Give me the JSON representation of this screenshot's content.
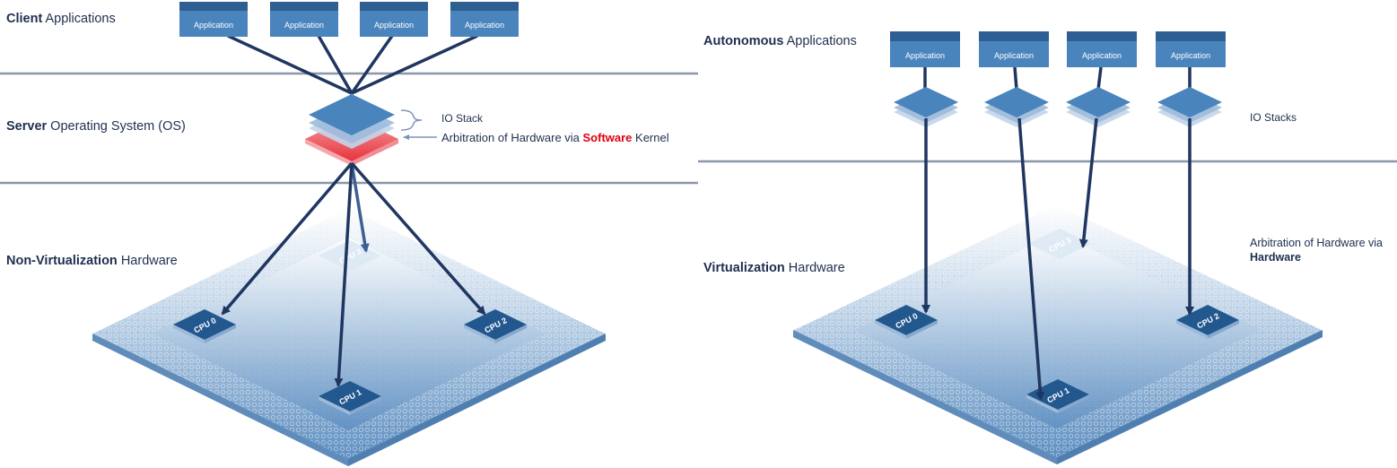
{
  "left": {
    "client_apps": {
      "bold": "Client",
      "rest": " Applications"
    },
    "server_os": {
      "bold": "Server",
      "rest": " Operating System (OS)"
    },
    "hardware": {
      "bold": "Non-Virtualization",
      "rest": " Hardware"
    },
    "io_stack": "IO Stack",
    "arbitration": {
      "pre": "Arbitration of Hardware via ",
      "hl": "Software",
      "post": " Kernel"
    }
  },
  "right": {
    "apps": {
      "bold": "Autonomous",
      "rest": " Applications"
    },
    "hardware": {
      "bold": "Virtualization",
      "rest": " Hardware"
    },
    "io_stacks": "IO Stacks",
    "arbitration": {
      "pre": "Arbitration of Hardware via",
      "hl": "Hardware"
    }
  },
  "application_label": "Application",
  "cpu_labels": [
    "CPU 0",
    "CPU 1",
    "CPU 2",
    "CPU 3"
  ],
  "colors": {
    "box": "#4a84bd",
    "box_top": "#2e5f93",
    "arrow": "#1f3661",
    "divider": "#8b96aa",
    "kernel": "#e8323c",
    "text": "#1f2f4f"
  }
}
